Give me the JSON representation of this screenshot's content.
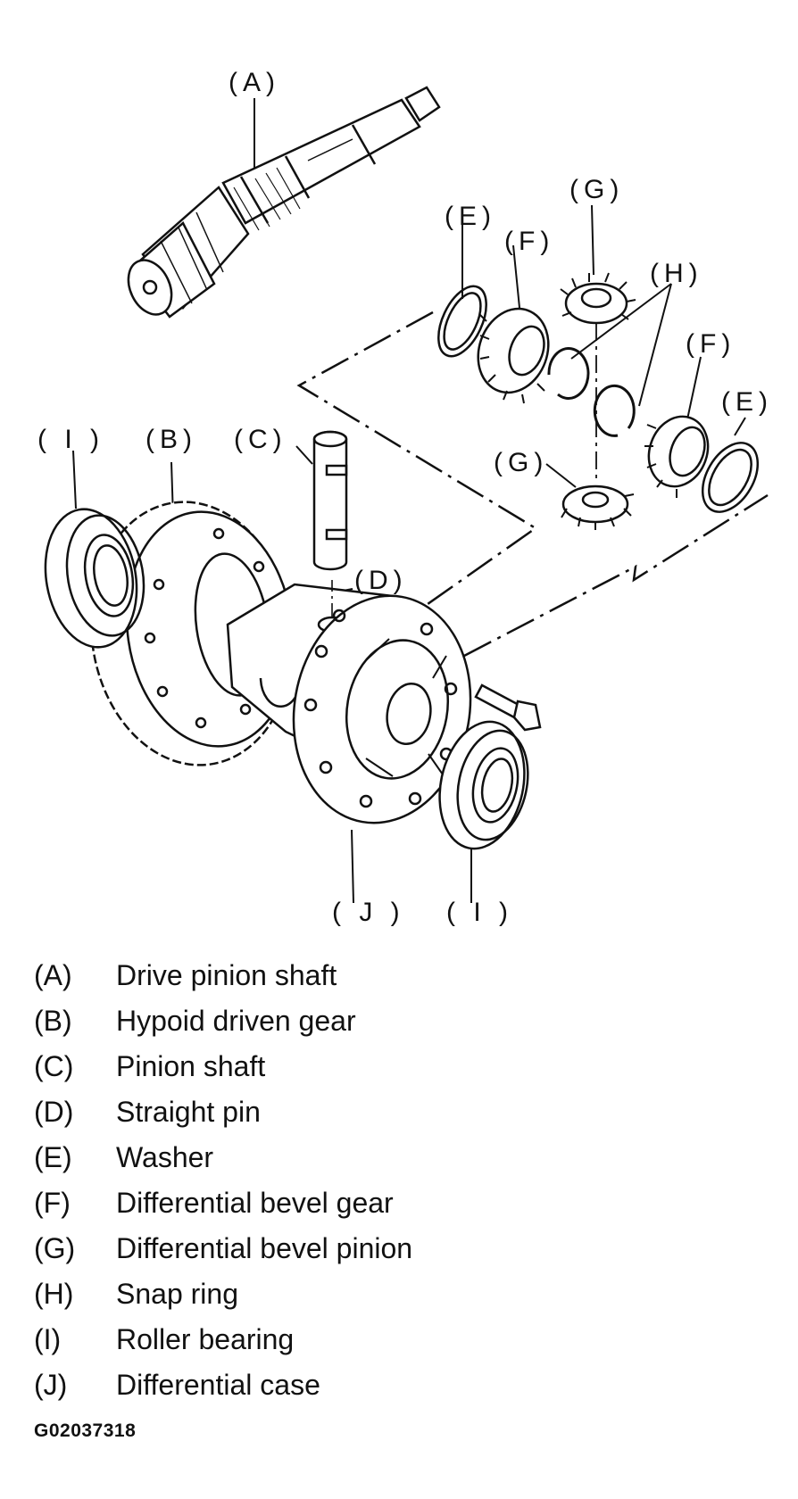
{
  "callouts": {
    "A": "(A)",
    "B": "(B)",
    "C": "(C)",
    "D": "(D)",
    "E1": "(E)",
    "E2": "(E)",
    "F1": "(F)",
    "F2": "(F)",
    "G1": "(G)",
    "G2": "(G)",
    "H": "(H)",
    "I1": "( I )",
    "I2": "( I )",
    "J": "( J )"
  },
  "legend": [
    {
      "key": "(A)",
      "text": "Drive pinion shaft"
    },
    {
      "key": "(B)",
      "text": "Hypoid driven gear"
    },
    {
      "key": "(C)",
      "text": "Pinion shaft"
    },
    {
      "key": "(D)",
      "text": "Straight pin"
    },
    {
      "key": "(E)",
      "text": "Washer"
    },
    {
      "key": "(F)",
      "text": "Differential bevel gear"
    },
    {
      "key": "(G)",
      "text": "Differential bevel pinion"
    },
    {
      "key": "(H)",
      "text": "Snap ring"
    },
    {
      "key": "(I)",
      "text": "Roller bearing"
    },
    {
      "key": "(J)",
      "text": "Differential case"
    }
  ],
  "figure_id": "G02037318"
}
